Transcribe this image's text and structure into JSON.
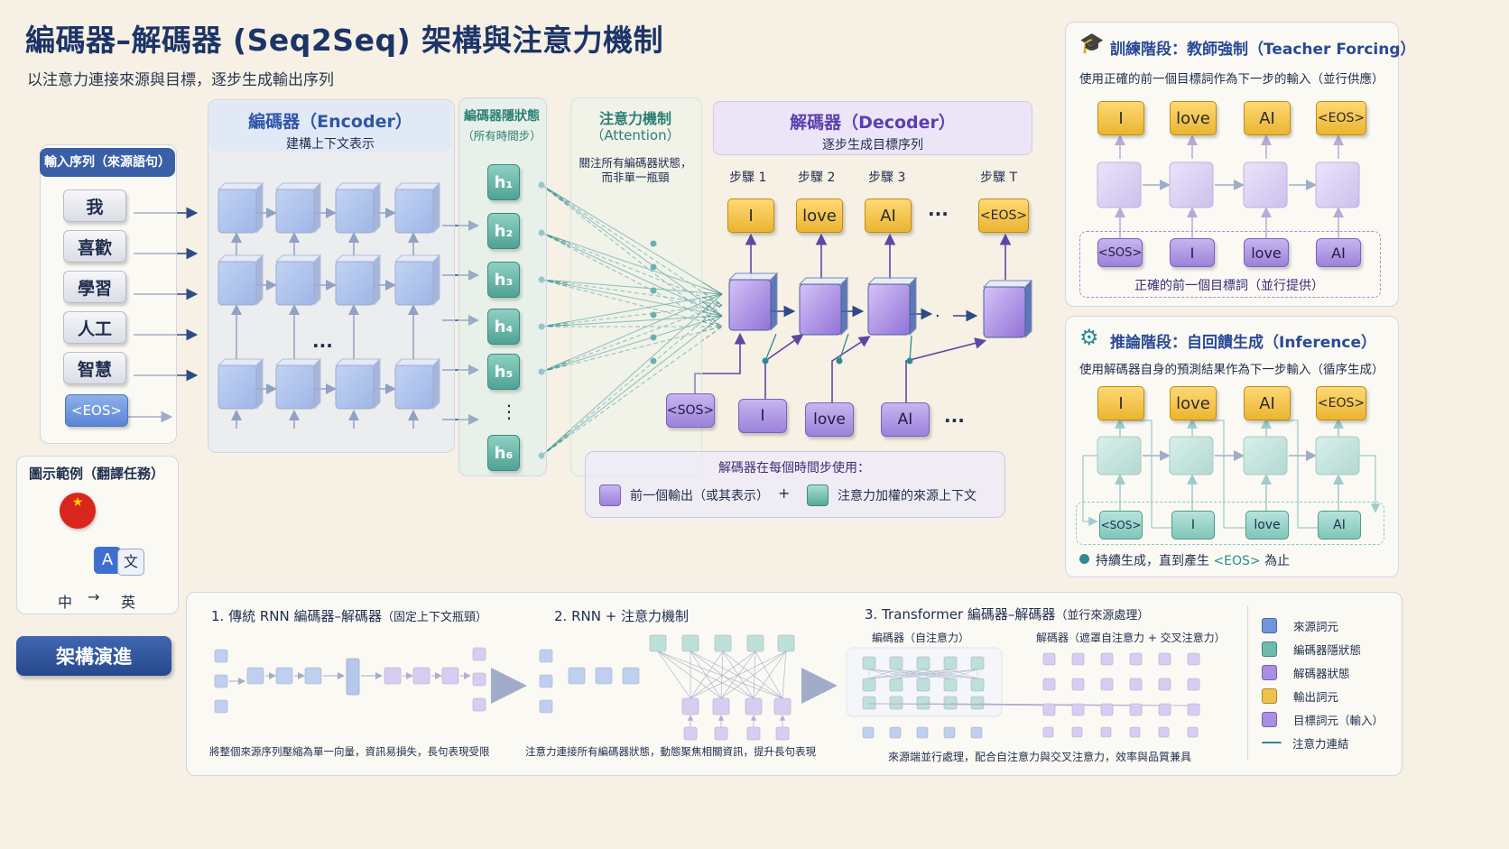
{
  "header": {
    "title": "編碼器–解碼器 (Seq2Seq) 架構與注意力機制",
    "subtitle": "以注意力連接來源與目標，逐步生成輸出序列"
  },
  "input": {
    "label": "輸入序列（來源語句）",
    "tokens": [
      "我",
      "喜歡",
      "學習",
      "人工",
      "智慧"
    ],
    "eos": "<EOS>"
  },
  "encoder": {
    "title": "編碼器（Encoder）",
    "subtitle": "建構上下文表示",
    "ellipsis": "..."
  },
  "hidden_states": {
    "title": "編碼器隱狀態",
    "subtitle": "（所有時間步）",
    "states": [
      "h₁",
      "h₂",
      "h₃",
      "h₄",
      "h₅",
      "⋮",
      "h₆"
    ]
  },
  "attention": {
    "title": "注意力機制",
    "subtitle": "（Attention）",
    "note_line1": "關注所有編碼器狀態，",
    "note_line2": "而非單一瓶頸"
  },
  "decoder": {
    "title": "解碼器（Decoder）",
    "subtitle": "逐步生成目標序列",
    "steps": [
      "步驟 1",
      "步驟 2",
      "步驟 3",
      "步驟 T"
    ],
    "outputs": [
      "I",
      "love",
      "AI",
      "<EOS>"
    ],
    "inputs": [
      "<SOS>",
      "I",
      "love",
      "AI"
    ],
    "ellipsis": "···",
    "usage_title": "解碼器在每個時間步使用：",
    "usage_prev": "前一個輸出（或其表示）",
    "usage_plus": "+",
    "usage_ctx": "注意力加權的來源上下文"
  },
  "example": {
    "title": "圖示範例（翻譯任務）",
    "lang_from": "中",
    "arrow": "→",
    "lang_to": "英",
    "icon_a": "A",
    "icon_wen": "文"
  },
  "training": {
    "title": "訓練階段：教師強制（Teacher Forcing）",
    "desc": "使用正確的前一個目標詞作為下一步的輸入（並行供應）",
    "outputs": [
      "I",
      "love",
      "AI",
      "<EOS>"
    ],
    "inputs": [
      "<SOS>",
      "I",
      "love",
      "AI"
    ],
    "footer": "正確的前一個目標詞（並行提供）"
  },
  "inference": {
    "title": "推論階段：自回饋生成（Inference）",
    "desc": "使用解碼器自身的預測結果作為下一步輸入（循序生成）",
    "outputs": [
      "I",
      "love",
      "AI",
      "<EOS>"
    ],
    "inputs": [
      "<SOS>",
      "I",
      "love",
      "AI"
    ],
    "footer_pre": "持續生成，直到產生",
    "footer_eos": "<EOS>",
    "footer_post": "為止"
  },
  "evolution": {
    "button": "架構演進",
    "s1_title": "1. 傳統 RNN 編碼器–解碼器",
    "s1_sub": "（固定上下文瓶頸）",
    "s1_note": "將整個來源序列壓縮為單一向量，資訊易損失，長句表現受限",
    "s2_title": "2. RNN + 注意力機制",
    "s2_note": "注意力連接所有編碼器狀態，動態聚焦相關資訊，提升長句表現",
    "s3_title": "3. Transformer 編碼器–解碼器",
    "s3_sub": "（並行來源處理）",
    "s3_enc": "編碼器（自注意力）",
    "s3_dec": "解碼器（遮罩自注意力 + 交叉注意力）",
    "s3_note": "來源端並行處理，配合自注意力與交叉注意力，效率與品質兼具"
  },
  "legend": {
    "items": [
      {
        "label": "來源詞元",
        "color": "#6f95dd"
      },
      {
        "label": "編碼器隱狀態",
        "color": "#6dbbad"
      },
      {
        "label": "解碼器狀態",
        "color": "#a98ee3"
      },
      {
        "label": "輸出詞元",
        "color": "#f1c24a"
      },
      {
        "label": "目標詞元（輸入）",
        "color": "#a98ee3"
      },
      {
        "label": "注意力連結",
        "color": "#2c8c90"
      }
    ]
  }
}
